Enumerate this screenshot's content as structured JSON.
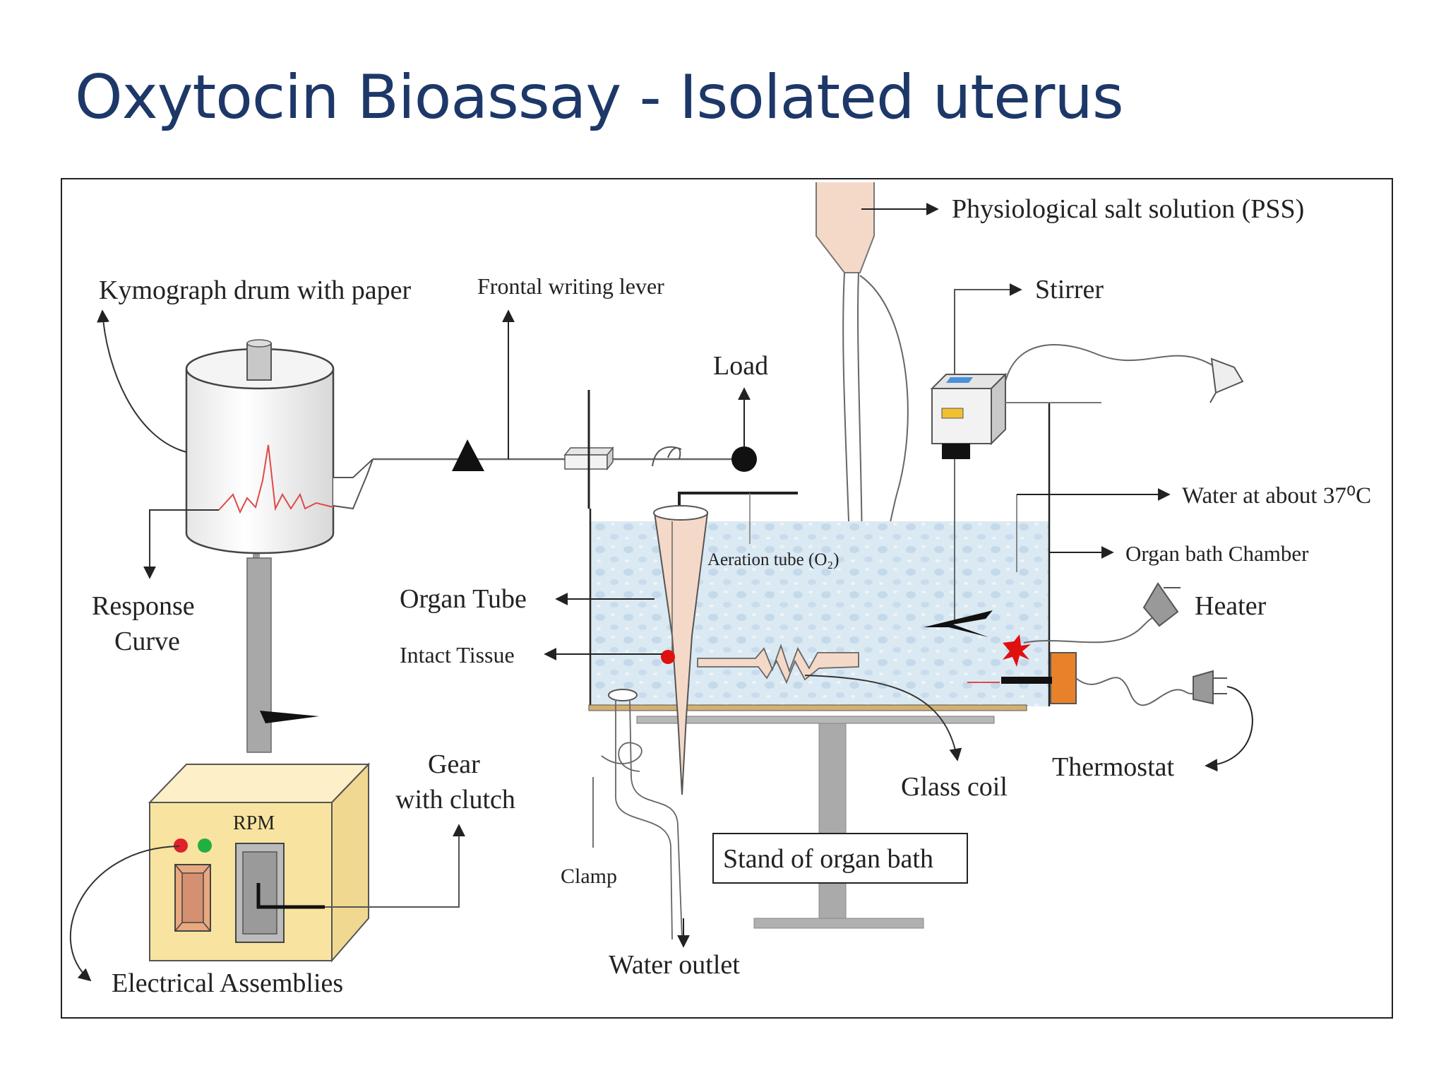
{
  "title": "Oxytocin Bioassay - Isolated uterus",
  "labels": {
    "kymograph": "Kymograph drum with paper",
    "frontal_lever": "Frontal writing lever",
    "pss": "Physiological salt solution (PSS)",
    "stirrer": "Stirrer",
    "load": "Load",
    "water_temp": "Water at about 37⁰C",
    "organ_bath": "Organ bath Chamber",
    "heater": "Heater",
    "response_line1": "Response",
    "response_line2": "Curve",
    "organ_tube": "Organ Tube",
    "intact_tissue": "Intact Tissue",
    "aeration_tube": "Aeration tube (O₂)",
    "gear_line1": "Gear",
    "gear_line2": "with clutch",
    "rpm": "RPM",
    "glass_coil": "Glass coil",
    "thermostat": "Thermostat",
    "stand": "Stand of organ bath",
    "clamp": "Clamp",
    "water_outlet": "Water outlet",
    "electrical": "Electrical Assemblies"
  },
  "colors": {
    "title": "#1d3868",
    "tube": "#f5d9c8",
    "bath_water": "#dbe9f3",
    "box": "#f8e4a0",
    "heater_block": "#e8822a",
    "tissue": "#e01010",
    "led_red": "#e0202a",
    "led_green": "#20b040",
    "stirrer_screen": "#4a90d9",
    "stirrer_light": "#f0c030"
  }
}
